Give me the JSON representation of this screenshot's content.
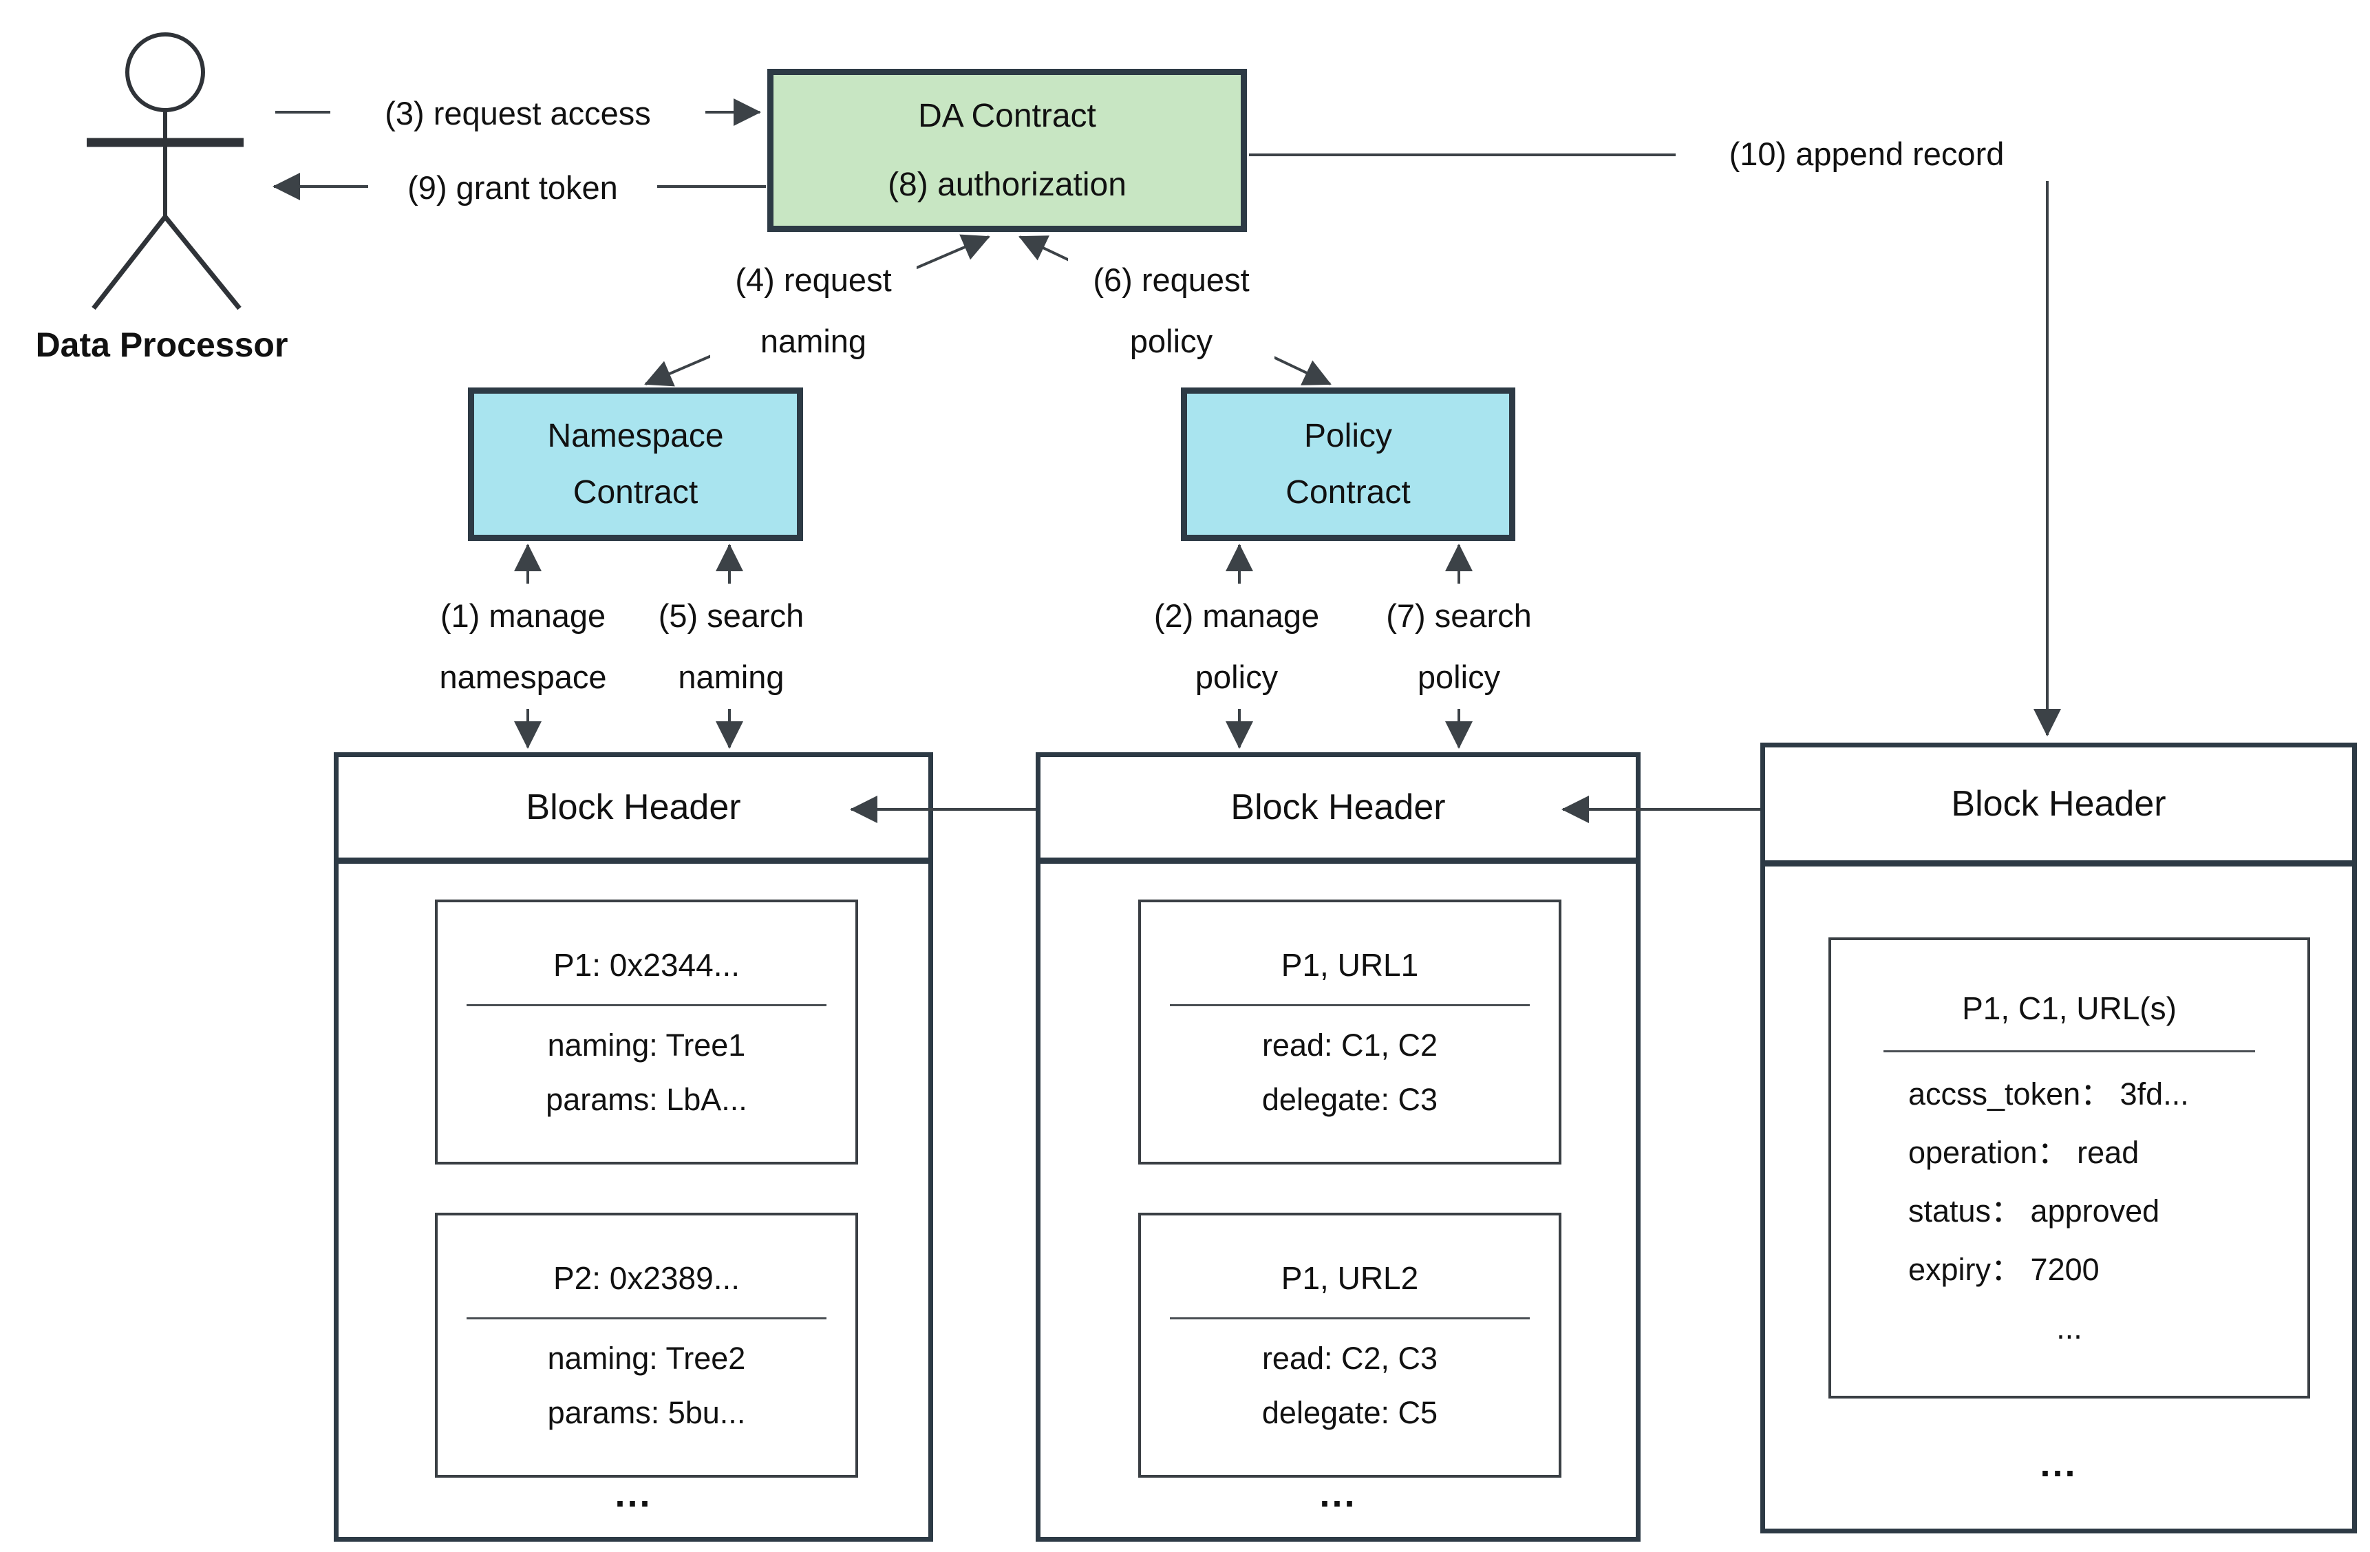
{
  "actor": {
    "label": "Data Processor"
  },
  "da_contract": {
    "title": "DA Contract",
    "subtitle": "(8) authorization",
    "fill": "#c8e6c3"
  },
  "namespace_contract": {
    "line1": "Namespace",
    "line2": "Contract",
    "fill": "#a9e4ef"
  },
  "policy_contract": {
    "line1": "Policy",
    "line2": "Contract",
    "fill": "#a9e4ef"
  },
  "edges": {
    "e1": {
      "line1": "(1) manage",
      "line2": "namespace"
    },
    "e2": {
      "line1": "(2) manage",
      "line2": "policy"
    },
    "e3": {
      "label": "(3) request access"
    },
    "e4": {
      "line1": "(4) request",
      "line2": "naming"
    },
    "e5": {
      "line1": "(5) search",
      "line2": "naming"
    },
    "e6": {
      "line1": "(6) request",
      "line2": "policy"
    },
    "e7": {
      "line1": "(7) search",
      "line2": "policy"
    },
    "e9": {
      "label": "(9) grant token"
    },
    "e10": {
      "label": "(10) append record"
    }
  },
  "blocks": [
    {
      "title": "Block Header",
      "cards": [
        {
          "title": "P1: 0x2344...",
          "rows": [
            "naming: Tree1",
            "params: LbA..."
          ]
        },
        {
          "title": "P2: 0x2389...",
          "rows": [
            "naming: Tree2",
            "params: 5bu..."
          ]
        }
      ],
      "more": "..."
    },
    {
      "title": "Block Header",
      "cards": [
        {
          "title": "P1, URL1",
          "rows": [
            "read: C1, C2",
            "delegate: C3"
          ]
        },
        {
          "title": "P1, URL2",
          "rows": [
            "read: C2, C3",
            "delegate: C5"
          ]
        }
      ],
      "more": "..."
    },
    {
      "title": "Block Header",
      "cards": [
        {
          "title": "P1, C1, URL(s)",
          "rows": [
            "accss_token： 3fd...",
            "operation： read",
            "status： approved",
            "expiry： 7200",
            "..."
          ]
        }
      ],
      "more": "..."
    }
  ],
  "colors": {
    "border": "#2d3a45",
    "line": "#3c4247",
    "da_fill": "#c8e6c3",
    "contract_fill": "#a9e4ef"
  }
}
